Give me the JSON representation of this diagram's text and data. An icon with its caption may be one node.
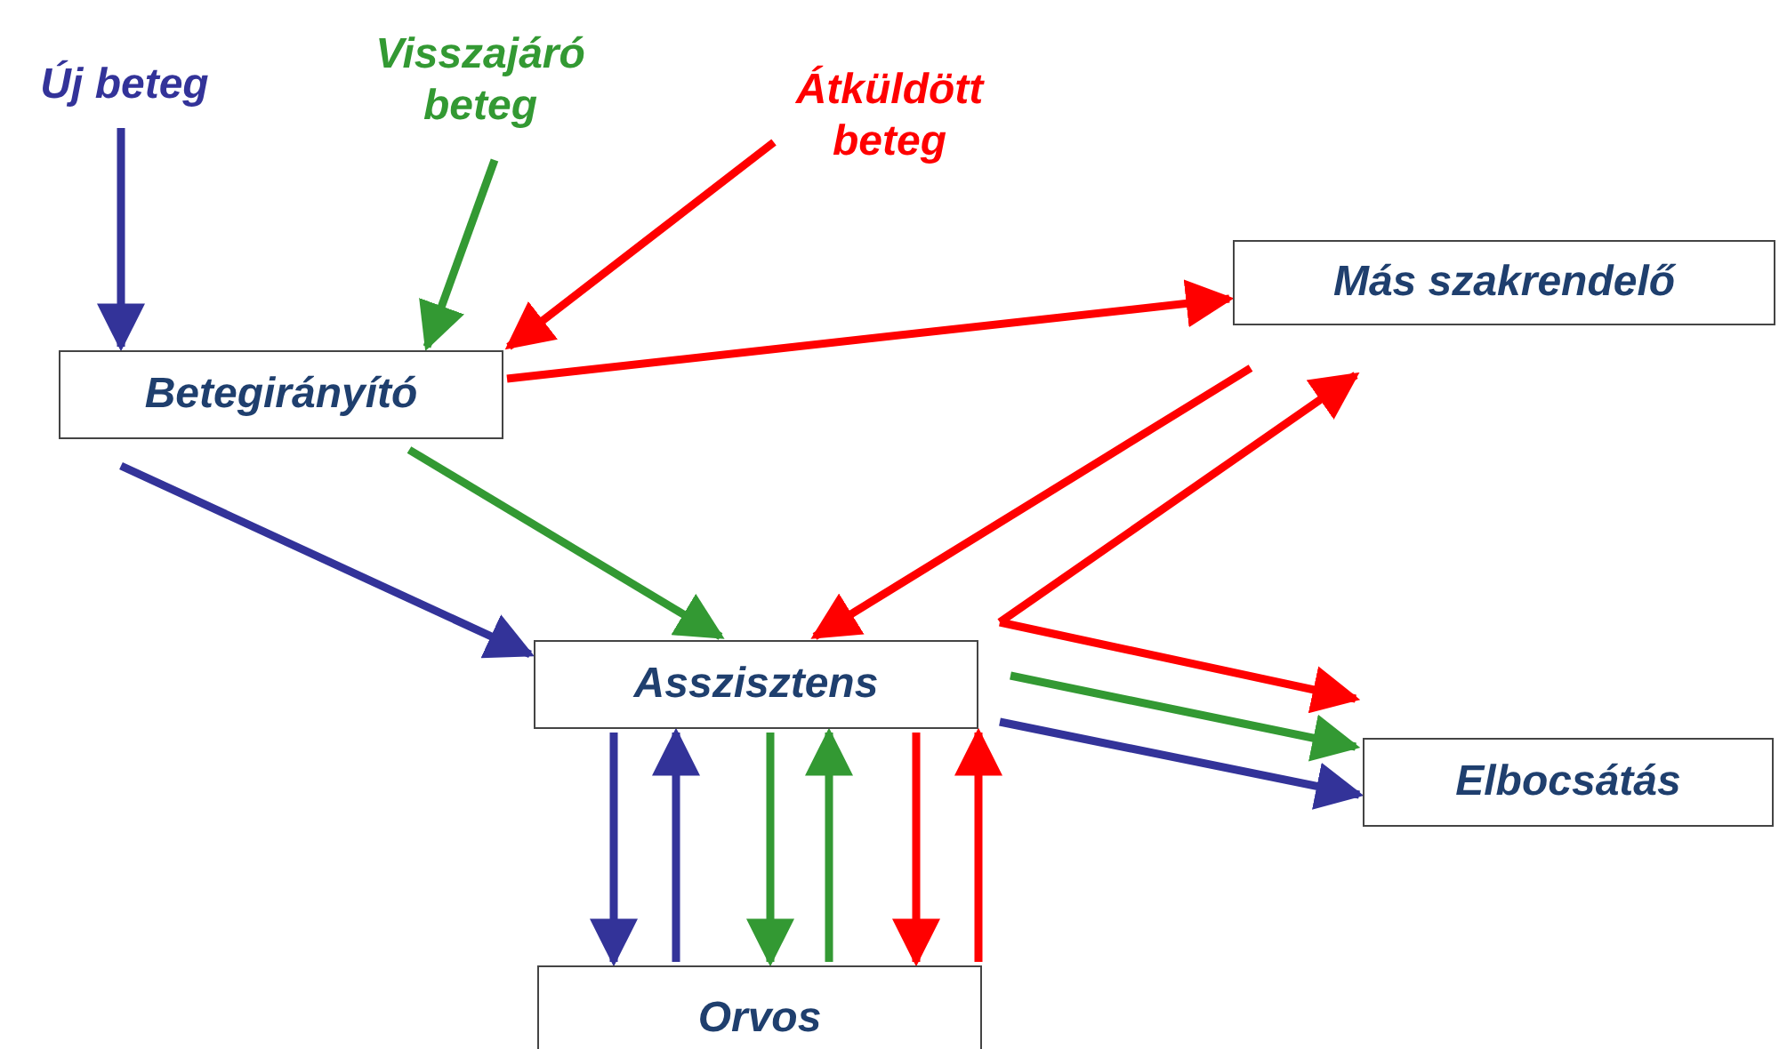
{
  "diagram": {
    "nodes": [
      {
        "text": [
          "Új beteg"
        ]
      },
      {
        "text": [
          "Visszajáró beteg"
        ]
      },
      {
        "text": [
          "Átküldött beteg"
        ]
      },
      {
        "text": [
          "Betegirányító"
        ]
      },
      {
        "text": [
          "Más szakrendelő"
        ]
      },
      {
        "text": [
          "Asszisztens"
        ]
      },
      {
        "text": [
          "Elbocsátás"
        ]
      },
      {
        "text": [
          "Orvos"
        ]
      }
    ],
    "edges": [
      {
        "from": 0,
        "to": 3,
        "arrow": "to",
        "color": "#333399"
      },
      {
        "from": 1,
        "to": 3,
        "arrow": "to",
        "color": "#339933"
      },
      {
        "from": 2,
        "to": 3,
        "arrow": "to"
      },
      {
        "from": 3,
        "to": 4,
        "arrow": "to"
      },
      {
        "from": 3,
        "to": 5,
        "arrow": "to",
        "color": "#333399"
      },
      {
        "from": 3,
        "to": 5,
        "arrow": "to",
        "color": "#339933"
      },
      {
        "from": 4,
        "to": 5,
        "arrow": "to"
      },
      {
        "from": 5,
        "to": 4,
        "arrow": "to"
      },
      {
        "from": 5,
        "to": 6,
        "arrow": "to"
      },
      {
        "from": 5,
        "to": 6,
        "arrow": "to",
        "color": "#339933"
      },
      {
        "from": 5,
        "to": 6,
        "arrow": "to",
        "color": "#333399"
      },
      {
        "from": 5,
        "to": 7,
        "arrow": "to",
        "color": "#333399"
      },
      {
        "from": 7,
        "to": 5,
        "arrow": "to",
        "color": "#333399"
      },
      {
        "from": 5,
        "to": 7,
        "arrow": "to",
        "color": "#339933"
      },
      {
        "from": 7,
        "to": 5,
        "arrow": "to",
        "color": "#339933"
      },
      {
        "from": 5,
        "to": 7,
        "arrow": "to"
      },
      {
        "from": 7,
        "to": 5,
        "arrow": "to"
      }
    ]
  }
}
